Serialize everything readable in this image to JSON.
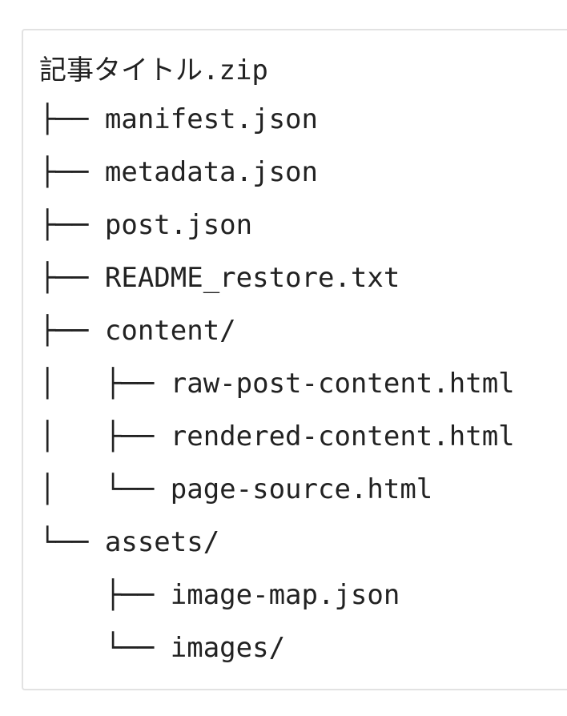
{
  "tree": {
    "lines": [
      {
        "prefix": "",
        "label": "記事タイトル.zip"
      },
      {
        "prefix": "├── ",
        "label": "manifest.json"
      },
      {
        "prefix": "├── ",
        "label": "metadata.json"
      },
      {
        "prefix": "├── ",
        "label": "post.json"
      },
      {
        "prefix": "├── ",
        "label": "README_restore.txt"
      },
      {
        "prefix": "├── ",
        "label": "content/"
      },
      {
        "prefix": "│   ├── ",
        "label": "raw-post-content.html"
      },
      {
        "prefix": "│   ├── ",
        "label": "rendered-content.html"
      },
      {
        "prefix": "│   └── ",
        "label": "page-source.html"
      },
      {
        "prefix": "└── ",
        "label": "assets/"
      },
      {
        "prefix": "    ├── ",
        "label": "image-map.json"
      },
      {
        "prefix": "    └── ",
        "label": "images/"
      }
    ]
  }
}
